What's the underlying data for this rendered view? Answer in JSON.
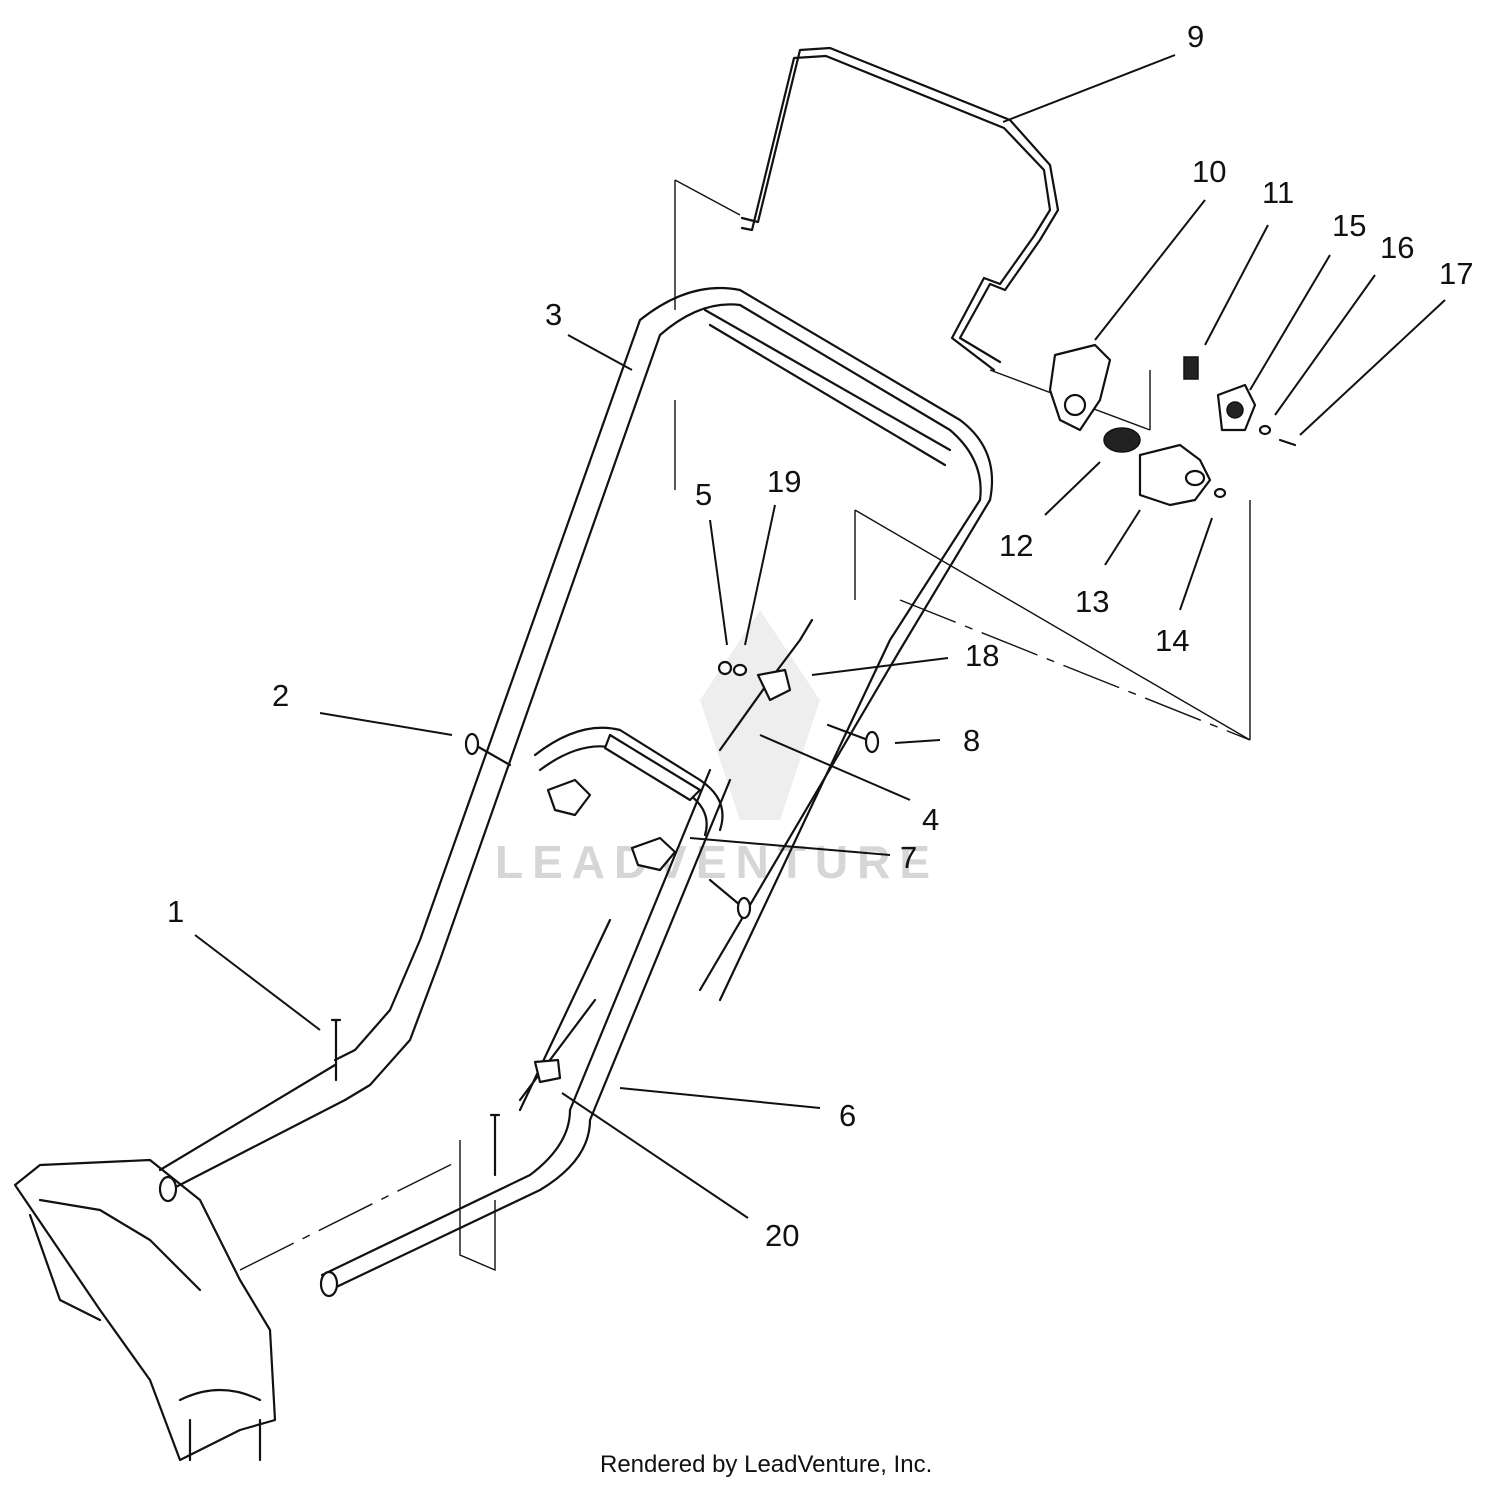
{
  "callouts": {
    "c1": "1",
    "c2": "2",
    "c3": "3",
    "c4": "4",
    "c5": "5",
    "c6": "6",
    "c7": "7",
    "c8": "8",
    "c9": "9",
    "c10": "10",
    "c11": "11",
    "c12": "12",
    "c13": "13",
    "c14": "14",
    "c15": "15",
    "c16": "16",
    "c17": "17",
    "c18": "18",
    "c19": "19",
    "c20": "20"
  },
  "watermark": {
    "text": "LEADVENTURE"
  },
  "footer": {
    "text": "Rendered by LeadVenture, Inc."
  }
}
